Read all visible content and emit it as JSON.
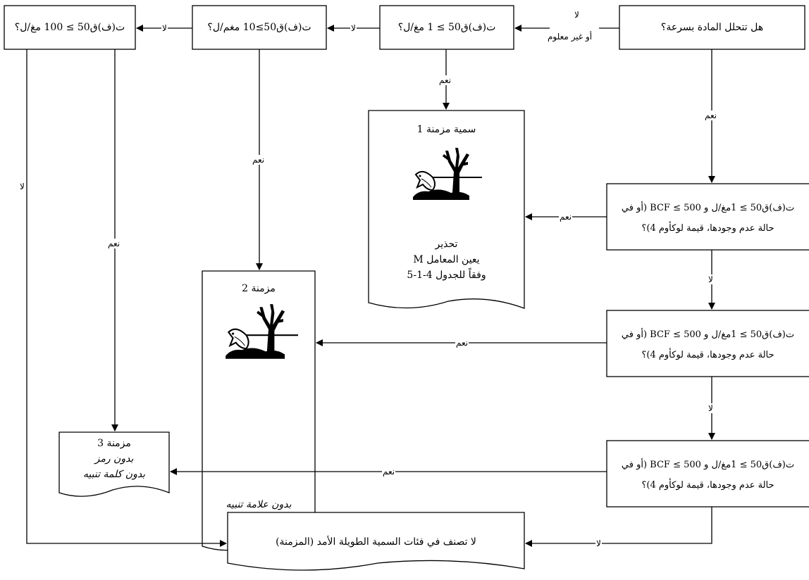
{
  "boxes": {
    "q_degrade": "هل تتحلل المادة بسرعة؟",
    "q_100": "ت(ف)ق50 ≥ 100 مغ/ل؟",
    "q_10": "ت(ف)ق50≥10 مغم/ل؟",
    "q_1": "ت(ف)ق50 ≥ 1 مغ/ل؟",
    "q_bcf_1_line1": "ت(ف)ق50 ≥ 1مغ/ل و BCF ≤ 500 (أو في",
    "q_bcf_1_line2": "حالة عدم وجودها، قيمة لوكأوم 4)؟",
    "q_bcf_2_line1": "ت(ف)ق50 ≥ 1مغ/ل و BCF ≤ 500 (أو في",
    "q_bcf_2_line2": "حالة عدم وجودها،  قيمة لوكأوم 4)؟",
    "q_bcf_3_line1": "ت(ف)ق50 ≥ 1مغ/ل و BCF ≤ 500 (أو في",
    "q_bcf_3_line2": "حالة عدم وجودها،  قيمة لوكأوم 4)؟",
    "not_classified": "لا تصنف في فئات السمية الطويلة الأمد (المزمنة)"
  },
  "docs": {
    "chronic1": {
      "title": "سمية مزمنة 1",
      "line1": "تحذير",
      "line2": "يعين المعامل M",
      "line3": "وفقاً للجدول 4-1-5"
    },
    "chronic2": {
      "title": "مزمنة 2",
      "note": "بدون علامة تنبيه"
    },
    "chronic3": {
      "title": "مزمنة 3",
      "line1": "بدون رمز",
      "line2": "بدون كلمة تنبيه"
    }
  },
  "labels": {
    "no_or_unknown_1": "لا",
    "no_or_unknown_2": "أو غير معلوم",
    "no": "لا",
    "yes": "نعم"
  },
  "icons": [
    "environment-hazard-icon"
  ]
}
